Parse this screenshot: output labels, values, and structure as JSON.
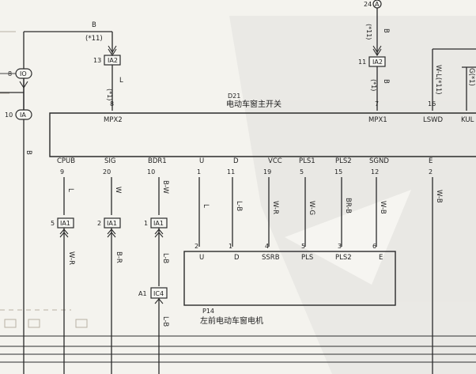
{
  "switch_box": {
    "id": "D21",
    "name": "电动车窗主开关",
    "top_pins": [
      {
        "num": "8",
        "label": "MPX2"
      },
      {
        "num": "7",
        "label": "MPX1"
      },
      {
        "num": "16",
        "label": "LSWD"
      },
      {
        "num": "",
        "label": "KUL"
      }
    ],
    "bottom_pins": [
      {
        "num": "9",
        "label": "CPUB"
      },
      {
        "num": "20",
        "label": "SIG"
      },
      {
        "num": "10",
        "label": "BDR1"
      },
      {
        "num": "1",
        "label": "U"
      },
      {
        "num": "11",
        "label": "D"
      },
      {
        "num": "19",
        "label": "VCC"
      },
      {
        "num": "5",
        "label": "PLS1"
      },
      {
        "num": "15",
        "label": "PLS2"
      },
      {
        "num": "12",
        "label": "SGND"
      },
      {
        "num": "2",
        "label": "E"
      }
    ]
  },
  "motor_box": {
    "id": "P14",
    "name": "左前电动车窗电机",
    "pins": [
      {
        "num": "2",
        "label": "U"
      },
      {
        "num": "1",
        "label": "D"
      },
      {
        "num": "4",
        "label": "SSRB"
      },
      {
        "num": "5",
        "label": "PLS"
      },
      {
        "num": "3",
        "label": "PLS2"
      },
      {
        "num": "6",
        "label": "E"
      }
    ]
  },
  "wire_colors": {
    "top_left_b": "B",
    "top_left_code": "(*11)",
    "top_left_l": "L",
    "top_left_code2": "(*1)",
    "top_mid_b": "B",
    "top_mid_code": "(*11)",
    "top_mid_b2": "B",
    "top_mid_code2": "(*1)",
    "lswd_wire": "W-L(*11)",
    "right_edge": "G(*1)",
    "left_vertical": "B",
    "cpub_top": "L",
    "sig_top": "W",
    "bdr1_top": "B-W",
    "u_wire": "L",
    "d_wire": "L-B",
    "vcc_wire": "W-R",
    "pls1_wire": "W-G",
    "pls2_wire": "BR-B",
    "sgnd_wire": "W-B",
    "e_wire": "W-B",
    "cpub_bottom": "W-R",
    "sig_bottom": "B-R",
    "bdr1_mid": "L-B",
    "bdr1_bottom": "L-B"
  },
  "connectors": {
    "ia2_left": {
      "pin": "13",
      "name": "IA2"
    },
    "ia2_right": {
      "pin": "11",
      "name": "IA2"
    },
    "io_left": {
      "pin": "8",
      "name": "IO"
    },
    "ia_left": {
      "pin": "10",
      "name": "IA"
    },
    "ia1_a": {
      "pin": "5",
      "name": "IA1"
    },
    "ia1_b": {
      "pin": "2",
      "name": "IA1"
    },
    "ia1_c": {
      "pin": "1",
      "name": "IA1"
    },
    "ic4": {
      "pin": "A1",
      "name": "IC4"
    }
  },
  "ref_a": {
    "num": "24",
    "letter": "A"
  }
}
